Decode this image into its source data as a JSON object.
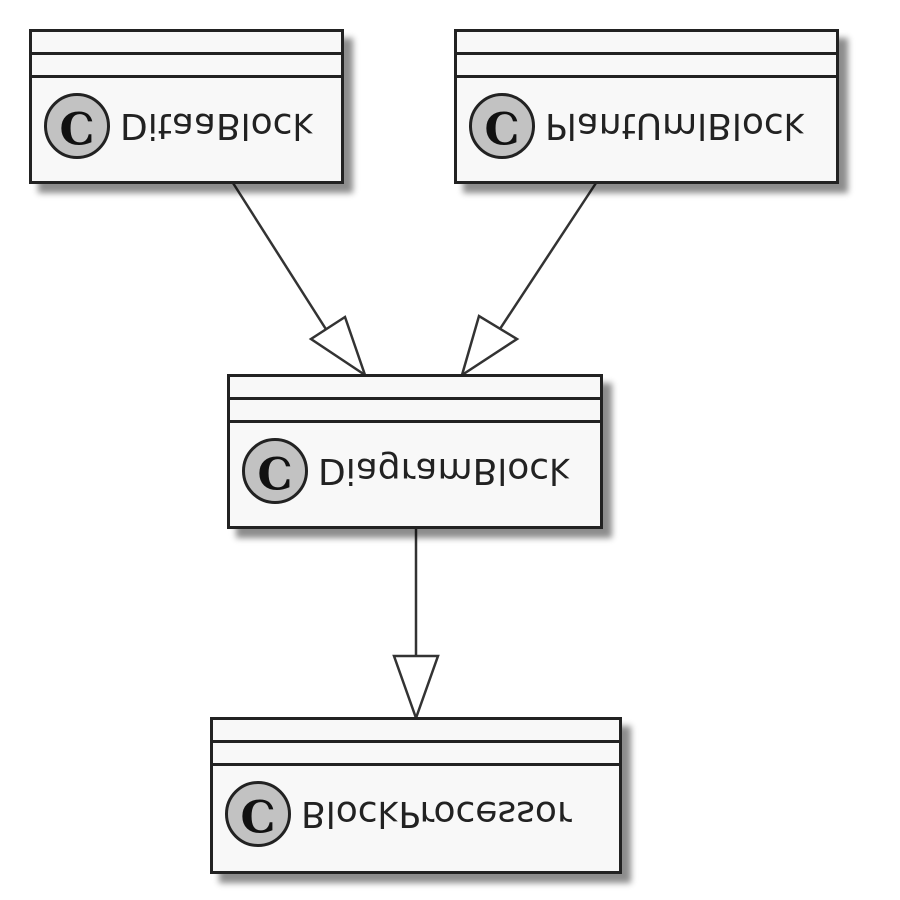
{
  "diagram": {
    "classes": [
      {
        "name": "DitaaBlock",
        "stereotype": "C"
      },
      {
        "name": "PlantUmlBlock",
        "stereotype": "C"
      },
      {
        "name": "DiagramBlock",
        "stereotype": "C"
      },
      {
        "name": "BlockProcessor",
        "stereotype": "C"
      }
    ],
    "relations": [
      {
        "from": "DitaaBlock",
        "to": "DiagramBlock",
        "type": "inheritance"
      },
      {
        "from": "PlantUmlBlock",
        "to": "DiagramBlock",
        "type": "inheritance"
      },
      {
        "from": "DiagramBlock",
        "to": "BlockProcessor",
        "type": "inheritance"
      }
    ],
    "colors": {
      "box_fill": "#f8f8f8",
      "outline": "#222222",
      "class_circle": "#c2c2c2",
      "arrow_head_fill": "#ffffff"
    }
  }
}
